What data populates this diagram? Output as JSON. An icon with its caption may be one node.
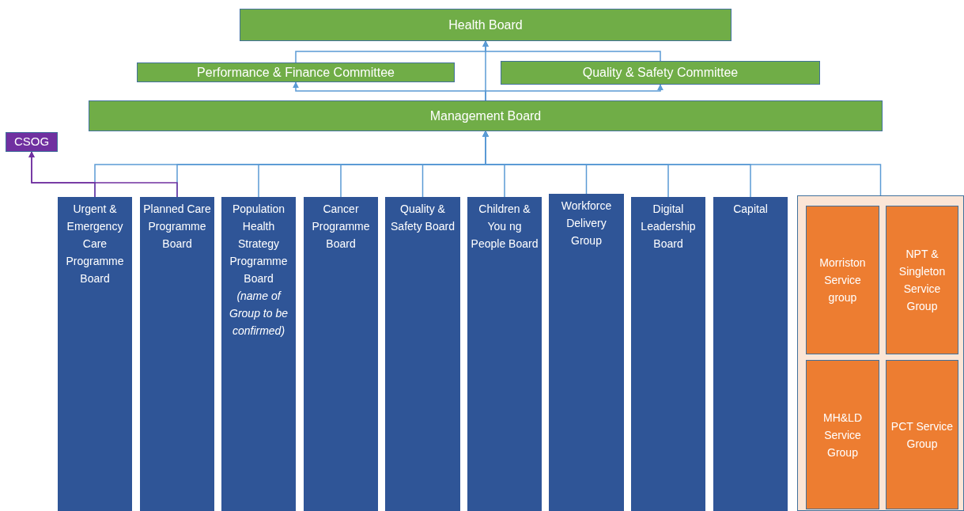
{
  "diagram": {
    "nodes": [
      {
        "text": [
          "Health Board"
        ]
      },
      {
        "text": [
          "Performance & Finance Committee"
        ]
      },
      {
        "text": [
          "Quality & Safety Committee"
        ]
      },
      {
        "text": [
          "Management Board"
        ]
      },
      {
        "text": [
          "CSOG"
        ]
      },
      {
        "text": [
          "Urgent & Emergency Care Programme Board"
        ]
      },
      {
        "text": [
          "Planned Care Programme Board"
        ]
      },
      {
        "text": [
          "Population Health Strategy Programme Board",
          "(name of Group to be confirmed)"
        ]
      },
      {
        "text": [
          "Cancer Programme Board"
        ]
      },
      {
        "text": [
          "Quality & Safety Board"
        ]
      },
      {
        "text": [
          "Children & You ng People Board"
        ]
      },
      {
        "text": [
          "Workforce Delivery Group"
        ]
      },
      {
        "text": [
          "Digital Leadership Board"
        ]
      },
      {
        "text": [
          "Capital"
        ]
      },
      {
        "text": [],
        "shape": "box"
      },
      {
        "text": [
          "Morriston Service group"
        ],
        "in": 14
      },
      {
        "text": [
          "NPT & Singleton Service Group"
        ],
        "in": 14
      },
      {
        "text": [
          "MH&LD Service Group"
        ],
        "in": 14
      },
      {
        "text": [
          "PCT Service Group"
        ],
        "in": 14
      }
    ],
    "edges": [
      {
        "from": 3,
        "to": 0,
        "arrow": "to"
      },
      {
        "from": 3,
        "to": 1,
        "arrow": "to"
      },
      {
        "from": 3,
        "to": 2,
        "arrow": "to"
      },
      {
        "from": 1,
        "to": 0,
        "arrow": "to"
      },
      {
        "from": 2,
        "to": 0,
        "arrow": "to"
      },
      {
        "from": 5,
        "to": 3,
        "arrow": "to"
      },
      {
        "from": 6,
        "to": 3,
        "arrow": "to"
      },
      {
        "from": 7,
        "to": 3,
        "arrow": "to"
      },
      {
        "from": 8,
        "to": 3,
        "arrow": "to"
      },
      {
        "from": 9,
        "to": 3,
        "arrow": "to"
      },
      {
        "from": 10,
        "to": 3,
        "arrow": "to"
      },
      {
        "from": 11,
        "to": 3,
        "arrow": "to"
      },
      {
        "from": 12,
        "to": 3,
        "arrow": "to"
      },
      {
        "from": 13,
        "to": 3,
        "arrow": "to"
      },
      {
        "from": 14,
        "to": 3,
        "arrow": "to"
      },
      {
        "from": 5,
        "to": 4,
        "arrow": "to",
        "color": "#7030a0"
      },
      {
        "from": 6,
        "to": 4,
        "arrow": "to",
        "color": "#7030a0"
      }
    ]
  }
}
